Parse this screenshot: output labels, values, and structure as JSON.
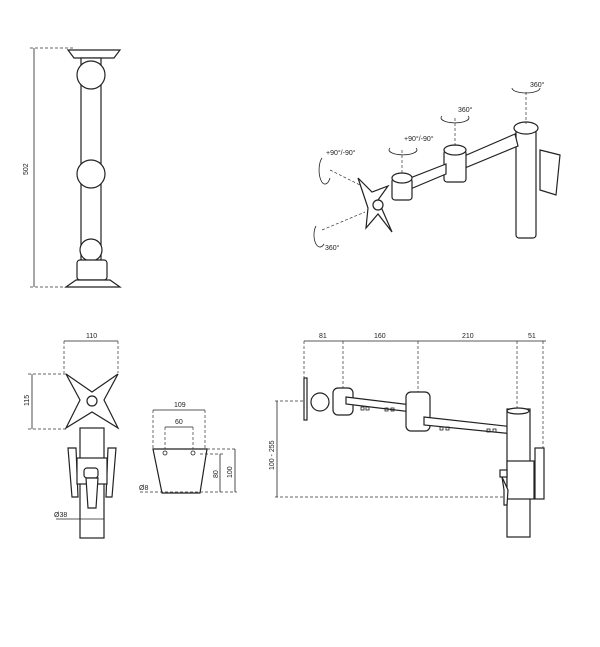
{
  "side_view": {
    "height_label": "502"
  },
  "iso_view": {
    "tilt_label_1": "+90°/-90°",
    "tilt_label_2": "+90°/-90°",
    "rotate_label_plate": "360°",
    "rotate_label_mid": "360°",
    "rotate_label_pole": "360°"
  },
  "front_view": {
    "width_label": "110",
    "height_label": "115",
    "pole_diameter_label": "Ø38"
  },
  "clamp_view": {
    "width_label": "109",
    "hole_spacing_label": "60",
    "inner_height_label": "80",
    "height_label": "100",
    "hole_diameter_label": "Ø8"
  },
  "top_view": {
    "seg1_label": "81",
    "seg2_label": "160",
    "seg3_label": "210",
    "seg4_label": "51",
    "height_range_label": "100 - 255"
  }
}
